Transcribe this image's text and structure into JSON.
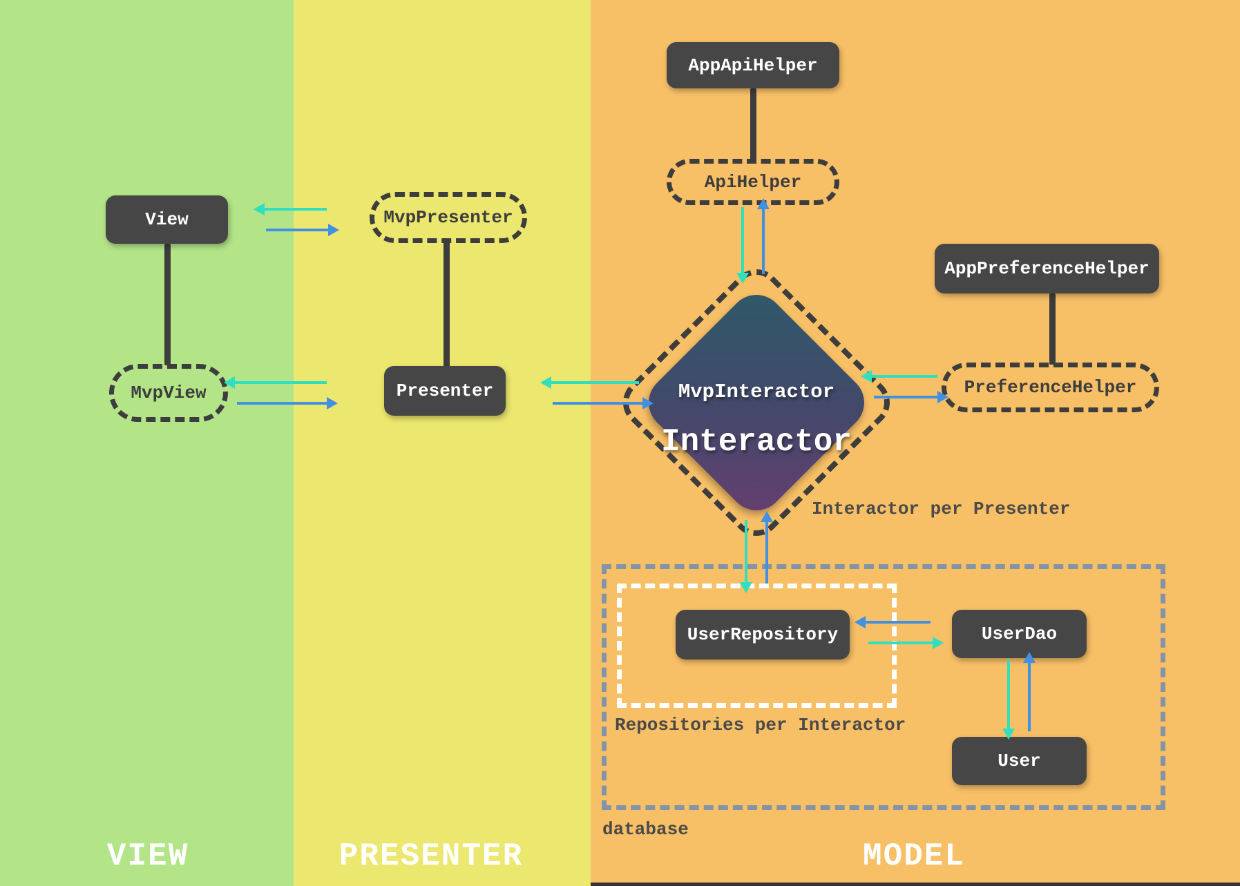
{
  "columns": [
    {
      "id": "view",
      "label": "VIEW",
      "color": "#b3e488"
    },
    {
      "id": "presenter",
      "label": "PRESENTER",
      "color": "#ece76e"
    },
    {
      "id": "model",
      "label": "MODEL",
      "color": "#f7bf66"
    }
  ],
  "colors": {
    "teal": "#2fdfbe",
    "blue": "#4190e2",
    "box_bg": "#464646",
    "dash": "#3d3d3d",
    "db_border": "#8494a8",
    "diamond_from": "#2e5a68",
    "diamond_to": "#683e71",
    "text_dark": "#4a4a4a"
  },
  "nodes": {
    "view": {
      "label": "View"
    },
    "mvp_view": {
      "label": "MvpView"
    },
    "mvp_presenter": {
      "label": "MvpPresenter"
    },
    "presenter": {
      "label": "Presenter"
    },
    "app_api_helper": {
      "label": "AppApiHelper"
    },
    "api_helper": {
      "label": "ApiHelper"
    },
    "interactor": {
      "label": "Interactor",
      "sublabel": "MvpInteractor"
    },
    "app_preference_helper": {
      "label": "AppPreferenceHelper"
    },
    "preference_helper": {
      "label": "PreferenceHelper"
    },
    "user_repository": {
      "label": "UserRepository"
    },
    "user_dao": {
      "label": "UserDao"
    },
    "user": {
      "label": "User"
    }
  },
  "annotations": {
    "interactor_per_presenter": "Interactor per Presenter",
    "repositories_per_interactor": "Repositories per Interactor",
    "database": "database"
  }
}
